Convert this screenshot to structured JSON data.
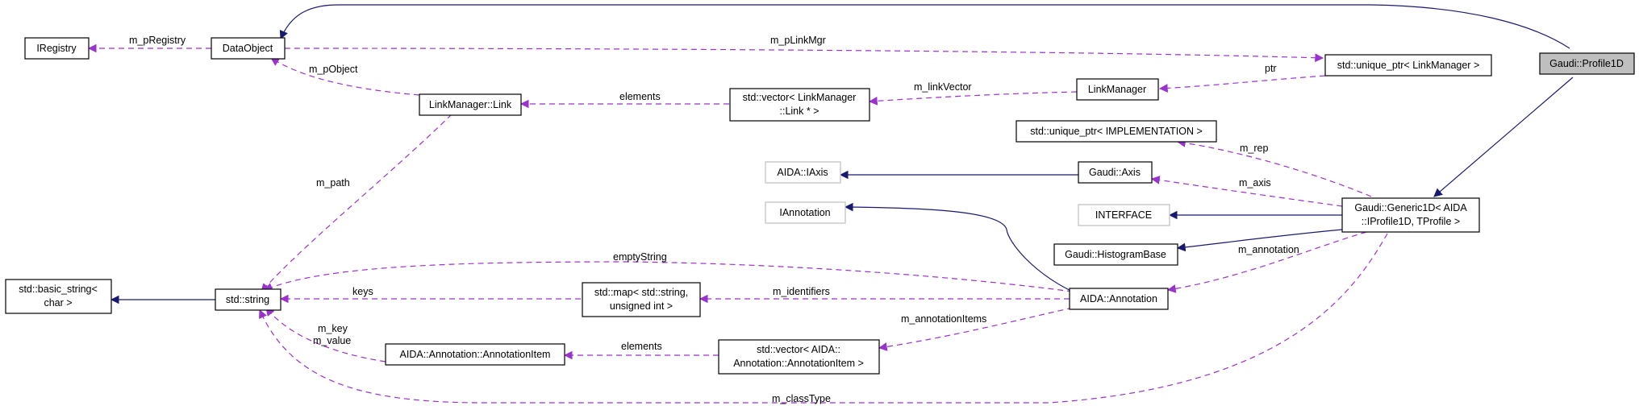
{
  "nodes": {
    "iregistry": "IRegistry",
    "dataobject": "DataObject",
    "unique_ptr_linkmgr": "std::unique_ptr< LinkManager >",
    "profile1d": "Gaudi::Profile1D",
    "linkmanager_link": "LinkManager::Link",
    "vector_link": [
      "std::vector< LinkManager",
      "::Link * >"
    ],
    "linkmanager": "LinkManager",
    "unique_ptr_impl": "std::unique_ptr< IMPLEMENTATION >",
    "aida_iaxis": "AIDA::IAxis",
    "gaudi_axis": "Gaudi::Axis",
    "iannotation": "IAnnotation",
    "interface": "INTERFACE",
    "generic1d": [
      "Gaudi::Generic1D< AIDA",
      "::IProfile1D, TProfile >"
    ],
    "histogram_base": "Gaudi::HistogramBase",
    "basic_string": [
      "std::basic_string<",
      "char >"
    ],
    "std_string": "std::string",
    "std_map": [
      "std::map< std::string,",
      "unsigned int >"
    ],
    "aida_annotation": "AIDA::Annotation",
    "annotation_item": "AIDA::Annotation::AnnotationItem",
    "vector_annitem": [
      "std::vector< AIDA::",
      "Annotation::AnnotationItem >"
    ]
  },
  "edge_labels": {
    "m_pRegistry": "m_pRegistry",
    "m_pLinkMgr": "m_pLinkMgr",
    "m_pObject": "m_pObject",
    "ptr": "ptr",
    "elements_link": "elements",
    "m_linkVector": "m_linkVector",
    "m_rep": "m_rep",
    "m_path": "m_path",
    "m_axis": "m_axis",
    "emptyString": "emptyString",
    "m_annotation": "m_annotation",
    "keys": "keys",
    "m_identifiers": "m_identifiers",
    "m_annotationItems": "m_annotationItems",
    "m_key": "m_key",
    "m_value": "m_value",
    "elements_item": "elements",
    "m_classType": "m_classType"
  },
  "colors": {
    "inheritance": "#191970",
    "usage": "#9a32cd",
    "focus_fill": "#bfbfbf",
    "external_border": "#bfbfbf"
  }
}
